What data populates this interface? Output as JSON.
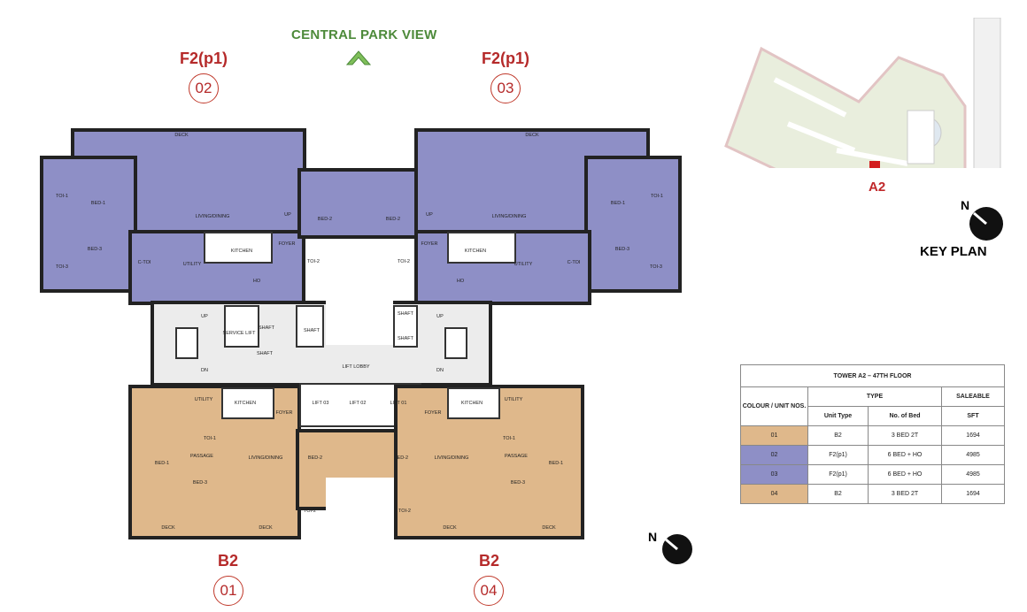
{
  "view_label": "CENTRAL PARK VIEW",
  "icons": {
    "view_arrow": "chevron-up-icon",
    "compass": "north-compass-icon"
  },
  "colors": {
    "f2p1_unit": "#8e8fc6",
    "b2_unit": "#dfb88b",
    "unit_label": "#b52a2a",
    "view_label": "#4d8a3a"
  },
  "units": [
    {
      "type": "F2(p1)",
      "number": "02"
    },
    {
      "type": "F2(p1)",
      "number": "03"
    },
    {
      "type": "B2",
      "number": "01"
    },
    {
      "type": "B2",
      "number": "04"
    }
  ],
  "compass_label": "N",
  "key_plan": {
    "tower_label": "A2",
    "compass_label": "N",
    "title": "KEY PLAN"
  },
  "rooms": [
    "DECK",
    "BED-1",
    "TOI-1",
    "LIVING/DINING",
    "BED-3",
    "TOI-3",
    "C-TOI",
    "UTILITY",
    "KITCHEN",
    "HO",
    "FOYER",
    "UP",
    "BED-2",
    "TOI-2",
    "BED-2",
    "DECK",
    "BED-1",
    "TOI-1",
    "LIVING/DINING",
    "BED-3",
    "TOI-3",
    "C-TOI",
    "UTILITY",
    "KITCHEN",
    "HO",
    "FOYER",
    "UP",
    "TOI-2",
    "UP",
    "DN",
    "SERVICE LIFT",
    "SHAFT",
    "SHAFT",
    "SHAFT",
    "SHAFT",
    "SHAFT",
    "LIFT LOBBY",
    "LIFT 03",
    "LIFT 02",
    "LIFT 01",
    "UP",
    "DN",
    "UTILITY",
    "KITCHEN",
    "FOYER",
    "TOI-1",
    "PASSAGE",
    "BED-1",
    "BED-3",
    "LIVING/DINING",
    "BED-2",
    "TOI-2",
    "DECK",
    "DECK",
    "UTILITY",
    "KITCHEN",
    "FOYER",
    "TOI-1",
    "PASSAGE",
    "BED-1",
    "BED-3",
    "LIVING/DINING",
    "BED-2",
    "TOI-2",
    "DECK",
    "DECK"
  ],
  "table": {
    "title": "TOWER A2 – 47TH FLOOR",
    "col_unit": "COLOUR / UNIT NOS.",
    "col_type": "TYPE",
    "col_saleable": "SALEABLE",
    "sub_unit_type": "Unit Type",
    "sub_beds": "No. of Bed",
    "sub_sft": "SFT",
    "rows": [
      {
        "unit": "01",
        "type": "B2",
        "beds": "3 BED  2T",
        "sft": "1694",
        "color": "#dfb88b"
      },
      {
        "unit": "02",
        "type": "F2(p1)",
        "beds": "6 BED  + HO",
        "sft": "4985",
        "color": "#8e8fc6"
      },
      {
        "unit": "03",
        "type": "F2(p1)",
        "beds": "6 BED  + HO",
        "sft": "4985",
        "color": "#8e8fc6"
      },
      {
        "unit": "04",
        "type": "B2",
        "beds": "3 BED  2T",
        "sft": "1694",
        "color": "#dfb88b"
      }
    ]
  }
}
